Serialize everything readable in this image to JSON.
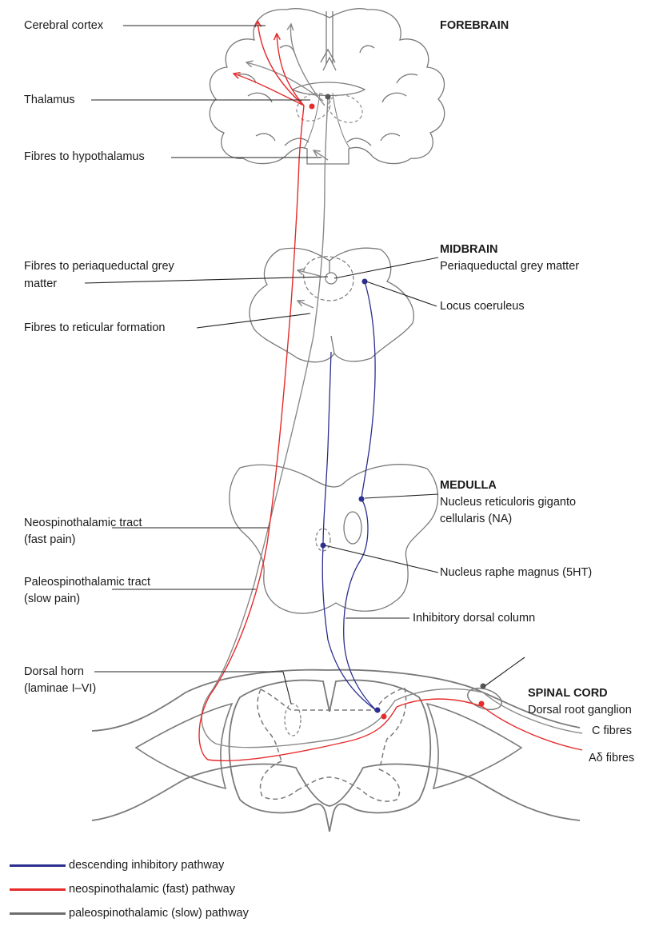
{
  "colors": {
    "structure": "#7a7a7a",
    "descending": "#2b2f8f",
    "fast": "#e62b2b",
    "slow": "#8a8a8a",
    "leader": "#222222"
  },
  "sections": {
    "forebrain": "FOREBRAIN",
    "midbrain": "MIDBRAIN",
    "medulla": "MEDULLA",
    "spinal_cord": "SPINAL CORD"
  },
  "labels": {
    "cerebral_cortex": "Cerebral cortex",
    "thalamus": "Thalamus",
    "fibres_hypothalamus": "Fibres to hypothalamus",
    "fibres_pag_1": "Fibres to periaqueductal grey",
    "fibres_pag_2": "matter",
    "pag": "Periaqueductal grey matter",
    "locus_coeruleus": "Locus coeruleus",
    "fibres_reticular": "Fibres to reticular formation",
    "nrgc_1": "Nucleus reticuloris giganto",
    "nrgc_2": "cellularis (NA)",
    "neo_tract_1": "Neospinothalamic tract",
    "neo_tract_2": "(fast pain)",
    "paleo_tract_1": "Paleospinothalamic tract",
    "paleo_tract_2": "(slow pain)",
    "raphe": "Nucleus raphe magnus (5HT)",
    "inhibitory_column": "Inhibitory dorsal column",
    "dorsal_horn_1": "Dorsal horn",
    "dorsal_horn_2": "(laminae I–VI)",
    "drg": "Dorsal root ganglion",
    "c_fibres": "C fibres",
    "ad_fibres": "Aδ fibres"
  },
  "legend": [
    {
      "label": "descending inhibitory pathway",
      "color": "#2b2f8f"
    },
    {
      "label": "neospinothalamic (fast) pathway",
      "color": "#e62b2b"
    },
    {
      "label": "paleospinothalamic (slow) pathway",
      "color": "#6e6e6e"
    }
  ]
}
